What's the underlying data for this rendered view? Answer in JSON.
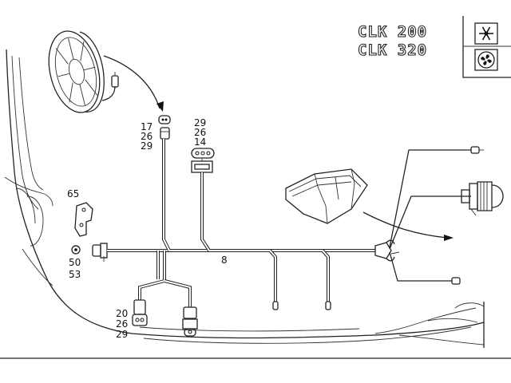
{
  "models": [
    "CLK 200",
    "CLK 320"
  ],
  "icons": [
    "snowflake-icon",
    "fan-icon"
  ],
  "callouts": {
    "fan_connector": [
      "17",
      "26",
      "29"
    ],
    "top_connector": [
      "29",
      "26",
      "14"
    ],
    "bracket": [
      "65"
    ],
    "grommet": [
      "50",
      "53"
    ],
    "main_harness": [
      "8"
    ],
    "bottom_connector": [
      "20",
      "26",
      "29"
    ]
  }
}
